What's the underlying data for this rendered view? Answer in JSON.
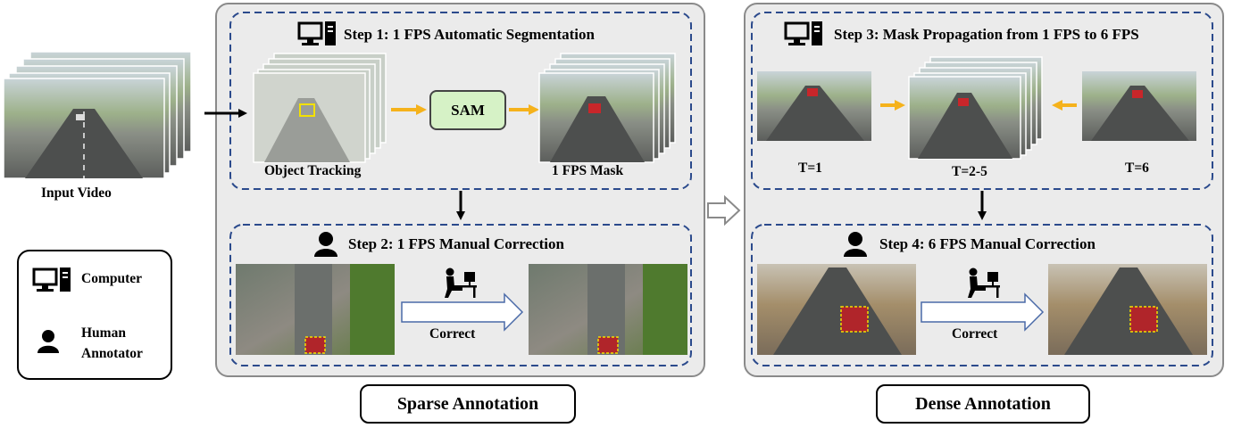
{
  "input_video_label": "Input Video",
  "legend": {
    "computer_label": "Computer",
    "human_label_line1": "Human",
    "human_label_line2": "Annotator",
    "computer_icon": "computer-icon",
    "human_icon": "person-icon"
  },
  "sparse": {
    "title": "Sparse Annotation",
    "step1": {
      "title": "Step 1: 1 FPS Automatic Segmentation",
      "left_label": "Object Tracking",
      "model_label": "SAM",
      "right_label": "1 FPS Mask"
    },
    "step2": {
      "title": "Step 2: 1 FPS Manual Correction",
      "arrow_label": "Correct"
    }
  },
  "dense": {
    "title": "Dense Annotation",
    "step3": {
      "title": "Step 3: Mask Propagation from 1 FPS to 6 FPS",
      "frame_labels": [
        "T=1",
        "T=2-5",
        "T=6"
      ]
    },
    "step4": {
      "title": "Step 4: 6 FPS Manual Correction",
      "arrow_label": "Correct"
    }
  },
  "colors": {
    "panel_fill": "#ebebeb",
    "panel_border": "#8a8a8a",
    "dash_border": "#2b4a8c",
    "orange_arrow": "#f5b21b",
    "sam_fill": "#d6f2c6",
    "correct_arrow": "#4a6aa8"
  }
}
